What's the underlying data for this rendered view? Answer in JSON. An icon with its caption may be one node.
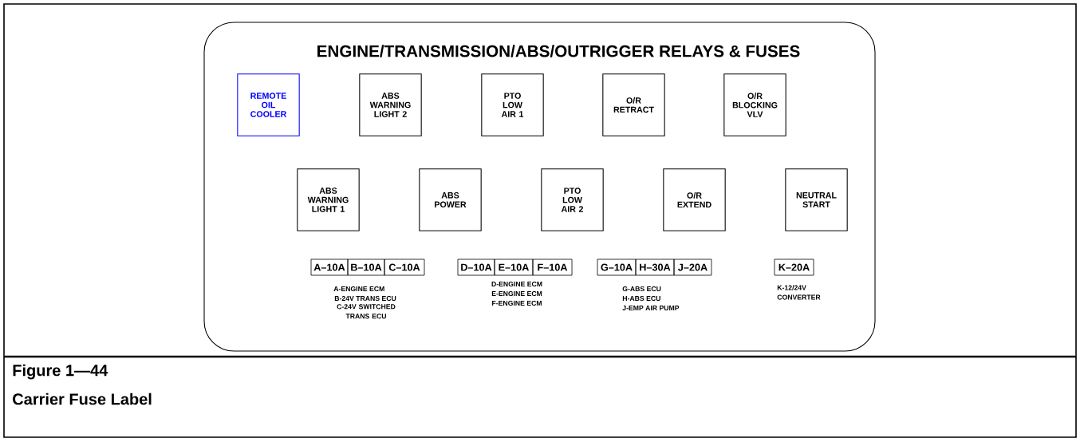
{
  "diagram": {
    "title": "ENGINE/TRANSMISSION/ABS/OUTRIGGER RELAYS & FUSES",
    "nodes": [
      {
        "text": [],
        "shape": "box"
      },
      {
        "text": [
          "REMOTE OIL COOLER"
        ],
        "in": 0
      },
      {
        "text": [
          "ABS WARNING LIGHT 2"
        ],
        "in": 0
      },
      {
        "text": [
          "PTO LOW AIR 1"
        ],
        "in": 0
      },
      {
        "text": [
          "O/R RETRACT"
        ],
        "in": 0
      },
      {
        "text": [
          "O/R BLOCKING VLV"
        ],
        "in": 0
      },
      {
        "text": [
          "ABS WARNING LIGHT 1"
        ],
        "in": 0
      },
      {
        "text": [
          "ABS POWER"
        ],
        "in": 0
      },
      {
        "text": [
          "PTO LOW AIR 2"
        ],
        "in": 0
      },
      {
        "text": [
          "O/R EXTEND"
        ],
        "in": 0
      },
      {
        "text": [
          "NEUTRAL START"
        ],
        "in": 0
      },
      {
        "text": [
          "A–10A"
        ],
        "in": 0
      },
      {
        "text": [
          "B–10A"
        ],
        "in": 0
      },
      {
        "text": [
          "C–10A"
        ],
        "in": 0
      },
      {
        "text": [
          "D–10A"
        ],
        "in": 0
      },
      {
        "text": [
          "E–10A"
        ],
        "in": 0
      },
      {
        "text": [
          "F–10A"
        ],
        "in": 0
      },
      {
        "text": [
          "G–10A"
        ],
        "in": 0
      },
      {
        "text": [
          "H–30A"
        ],
        "in": 0
      },
      {
        "text": [
          "J–20A"
        ],
        "in": 0
      },
      {
        "text": [
          "K–20A"
        ],
        "in": 0
      }
    ],
    "edges": [],
    "labels": [
      "A-ENGINE ECM",
      "B-24V TRANS ECU",
      "C-24V SWITCHED TRANS ECU",
      "D-ENGINE ECM",
      "E-ENGINE ECM",
      "F-ENGINE ECM",
      "G-ABS ECU",
      "H-ABS ECU",
      "J-EMP AIR PUMP",
      "K-12/24V CONVERTER",
      "Figure 1—44",
      "Carrier Fuse Label"
    ]
  }
}
